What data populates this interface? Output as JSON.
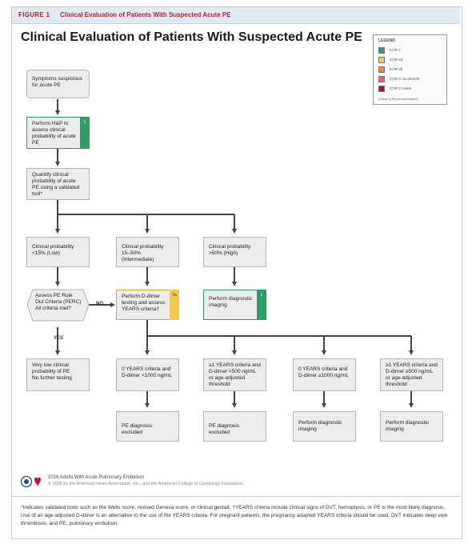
{
  "figure": {
    "label": "FIGURE 1",
    "title_small": "Clinical Evaluation of Patients With Suspected Acute PE",
    "main_title": "Clinical Evaluation of Patients With Suspected Acute PE"
  },
  "legend": {
    "title": "LEGEND",
    "items": [
      {
        "label": "COR 1",
        "color": "#2e9d67"
      },
      {
        "label": "COR 2a",
        "color": "#f2c84b"
      },
      {
        "label": "COR 2b",
        "color": "#f08a4b"
      },
      {
        "label": "COR 3: No Benefit",
        "color": "#e8607a"
      },
      {
        "label": "COR 3: Harm",
        "color": "#b0142a"
      }
    ],
    "footnote": "(Class of Recommendation)"
  },
  "flow": {
    "symptoms": "Symptoms suspicious for acute PE",
    "hp": "Perform H&P to assess clinical probability of acute PE",
    "hp_cor": "1",
    "quantify": "Quantify clinical probability of acute PE using a validated tool*",
    "low": "Clinical probability <15% (Low)",
    "intermediate": "Clinical probability 15–50% (Intermediate)",
    "high": "Clinical probability >50% (High)",
    "perc": "Assess PE Rule Out Criteria (PERC)\nAll criteria met?",
    "no_label": "NO",
    "yes_label": "YES",
    "ddimer": "Perform D-dimer testing and assess YEARS criteria†",
    "ddimer_cor": "2a",
    "imaging_high": "Perform diagnostic imaging",
    "imaging_high_cor": "1",
    "very_low": "Very low clinical probability of PE\nNo further testing",
    "years0_lt1000": "0 YEARS criteria and D-dimer <1000 ng/mL",
    "years1_lt500": "≥1 YEARS criteria and D-dimer <500 ng/mL or age-adjusted threshold",
    "years0_ge1000": "0 YEARS criteria and D-dimer ≥1000 ng/mL",
    "years1_ge500": "≥1 YEARS criteria and D-dimer ≥500 ng/mL or age-adjusted threshold",
    "excluded_1": "PE diagnosis excluded",
    "excluded_2": "PE diagnosis excluded",
    "imaging_3": "Perform diagnostic imaging",
    "imaging_4": "Perform diagnostic imaging"
  },
  "footer": {
    "line1": "2026 Adults With Acute Pulmonary Embolism",
    "line2": "© 2026 by the American Heart Association, Inc., and the American College of Cardiology Foundation.",
    "footnote": "*Indicates validated tools such as the Wells score, revised Geneva score, or clinical gestalt. †YEARS criteria include clinical signs of DVT, hemoptysis, or PE is the most likely diagnosis. Use of an age-adjusted D-dimer is an alternative to the use of the YEARS criteria. For pregnant patients, the pregnancy adapted YEARS criteria should be used. DVT indicates deep vein thrombosis; and PE, pulmonary embolism."
  }
}
